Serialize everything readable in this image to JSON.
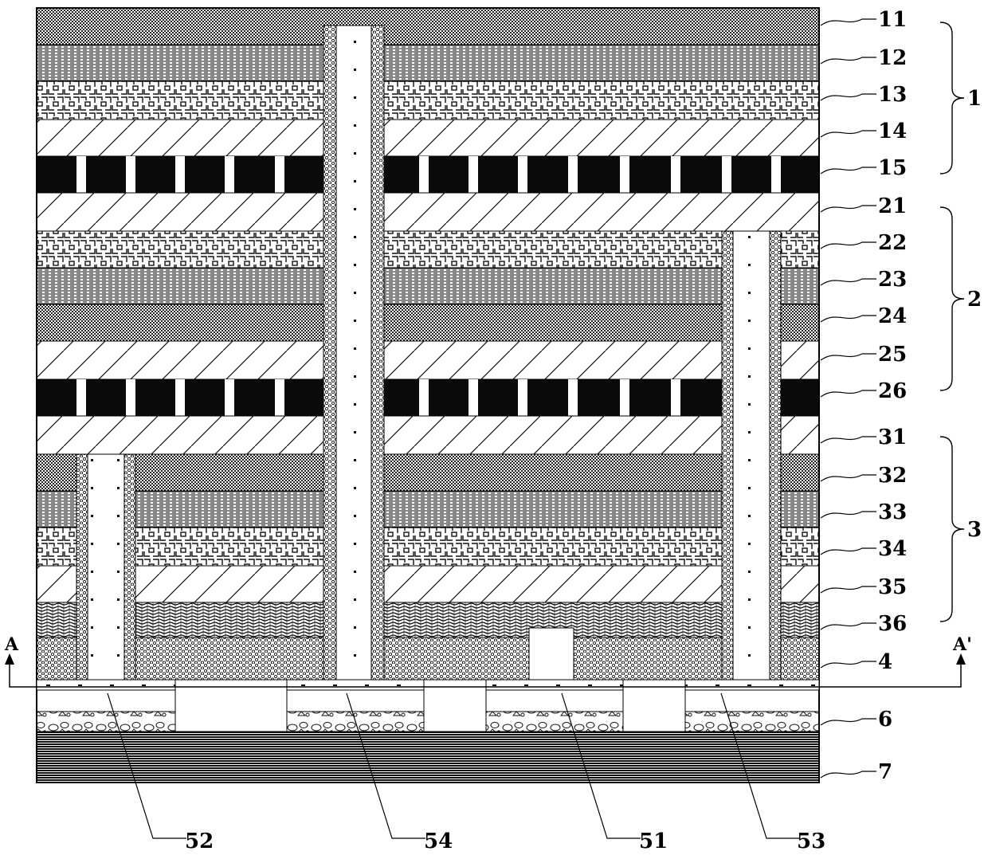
{
  "layer_labels": [
    "11",
    "12",
    "13",
    "14",
    "15",
    "21",
    "22",
    "23",
    "24",
    "25",
    "26",
    "31",
    "32",
    "33",
    "34",
    "35",
    "36",
    "4",
    "6",
    "7"
  ],
  "group_labels": [
    "1",
    "2",
    "3"
  ],
  "via_labels": [
    "52",
    "54",
    "51",
    "53"
  ],
  "section_labels": [
    "A",
    "A'"
  ]
}
